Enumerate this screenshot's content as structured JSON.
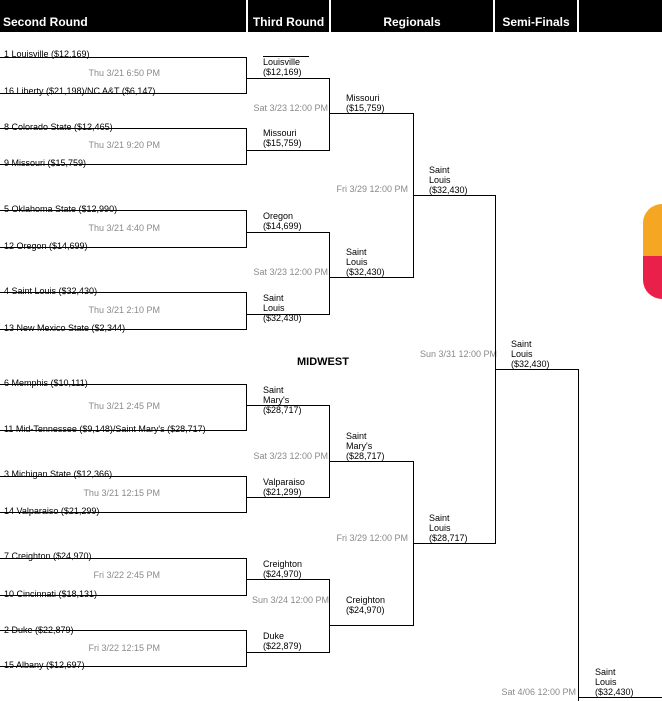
{
  "headers": {
    "round2": "Second Round",
    "round3": "Third Round",
    "regionals": "Regionals",
    "semis": "Semi-Finals"
  },
  "region": "MIDWEST",
  "second_round": [
    {
      "top": "1  Louisville ($12,169)",
      "bottom": "16  Liberty ($21,198)/NC A&T ($6,147)",
      "time": "Thu 3/21 6:50 PM"
    },
    {
      "top": "8  Colorado State ($12,465)",
      "bottom": "9  Missouri ($15,759)",
      "time": "Thu 3/21 9:20 PM"
    },
    {
      "top": "5  Oklahoma State ($12,990)",
      "bottom": "12  Oregon ($14,699)",
      "time": "Thu 3/21 4:40 PM"
    },
    {
      "top": "4  Saint Louis ($32,430)",
      "bottom": "13  New Mexico State ($2,344)",
      "time": "Thu 3/21 2:10 PM"
    },
    {
      "top": "6  Memphis ($10,111)",
      "bottom": "11  Mid-Tennessee ($9,148)/Saint Mary's ($28,717)",
      "time": "Thu 3/21 2:45 PM"
    },
    {
      "top": "3  Michigan State ($12,366)",
      "bottom": "14  Valparaiso ($21,299)",
      "time": "Thu 3/21 12:15 PM"
    },
    {
      "top": "7  Creighton ($24,970)",
      "bottom": "10  Cincinnati ($18,131)",
      "time": "Fri 3/22 2:45 PM"
    },
    {
      "top": "2  Duke ($22,879)",
      "bottom": "15  Albany ($12,697)",
      "time": "Fri 3/22 12:15 PM"
    }
  ],
  "third_round": {
    "winners": [
      "Louisville ($12,169)",
      "Missouri ($15,759)",
      "Oregon ($14,699)",
      "Saint Louis ($32,430)",
      "Saint Mary's ($28,717)",
      "Valparaiso ($21,299)",
      "Creighton ($24,970)",
      "Duke ($22,879)"
    ],
    "times": [
      "Sat 3/23 12:00 PM",
      "Sat 3/23 12:00 PM",
      "Sat 3/23 12:00 PM",
      "Sun 3/24 12:00 PM"
    ]
  },
  "regionals": {
    "winners": [
      "Missouri ($15,759)",
      "Saint Louis ($32,430)",
      "Saint Mary's ($28,717)",
      "Creighton ($24,970)"
    ],
    "times": [
      "Fri 3/29 12:00 PM",
      "Fri 3/29 12:00 PM"
    ]
  },
  "semis": {
    "winners": [
      "Saint Louis ($32,430)",
      "Saint Louis ($28,717)"
    ],
    "time": "Sun 3/31 12:00 PM"
  },
  "regional_final": {
    "winner": "Saint Louis ($32,430)"
  },
  "final": {
    "winner": "Saint Louis ($32,430)",
    "time": "Sat 4/06 12:00 PM"
  },
  "colors": {
    "header_bg": "#000000",
    "time_text": "#8a8a8a",
    "deco_orange": "#f5a623",
    "deco_red": "#e8204a"
  }
}
